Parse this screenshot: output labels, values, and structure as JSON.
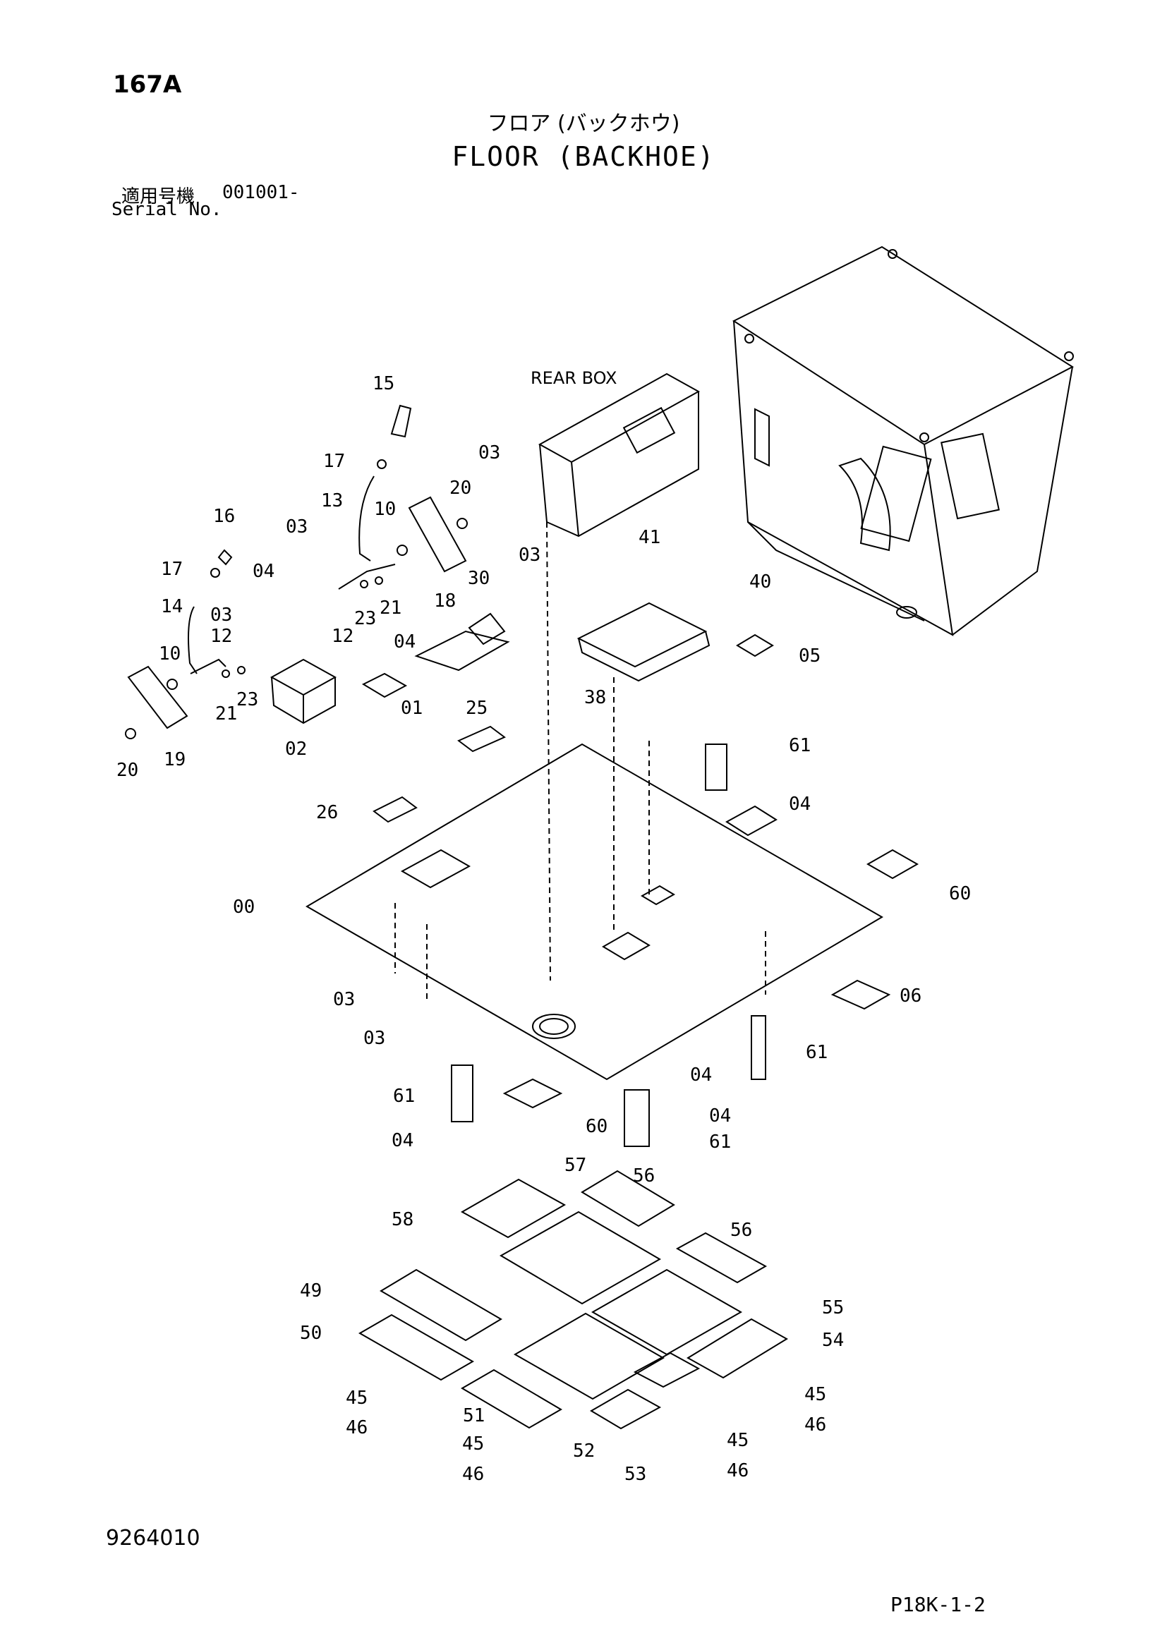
{
  "header": {
    "page_code": "167A",
    "title_jp": "フロア (バックホウ)",
    "title_en": "FLOOR (BACKHOE)",
    "serial_label_jp": "適用号機",
    "serial_value": "001001-",
    "serial_label_en": "Serial No."
  },
  "diagram": {
    "rear_box_label": "REAR BOX",
    "callouts": {
      "c15": "15",
      "c17a": "17",
      "c13": "13",
      "c10a": "10",
      "c20a": "20",
      "c16": "16",
      "c17b": "17",
      "c03a": "03",
      "c03b": "03",
      "c04a": "04",
      "c14": "14",
      "c03c": "03",
      "c12a": "12",
      "c12b": "12",
      "c23a": "23",
      "c21a": "21",
      "c18": "18",
      "c30": "30",
      "c03d": "03",
      "c41": "41",
      "c40": "40",
      "c10b": "10",
      "c21b": "21",
      "c23b": "23",
      "c20b": "20",
      "c19": "19",
      "c02": "02",
      "c04b": "04",
      "c01": "01",
      "c25": "25",
      "c38": "38",
      "c05": "05",
      "c61a": "61",
      "c04c": "04",
      "c26": "26",
      "c60a": "60",
      "c00": "00",
      "c06": "06",
      "c03e": "03",
      "c03f": "03",
      "c61b": "61",
      "c04d": "04",
      "c60b": "60",
      "c61c": "61",
      "c04e": "04",
      "c04f": "04",
      "c61d": "61",
      "c57": "57",
      "c56a": "56",
      "c58": "58",
      "c56b": "56",
      "c49": "49",
      "c55": "55",
      "c50": "50",
      "c54": "54",
      "c45a": "45",
      "c45b": "45",
      "c46a": "46",
      "c46b": "46",
      "c51": "51",
      "c45c": "45",
      "c45d": "45",
      "c52": "52",
      "c53": "53",
      "c46c": "46",
      "c46d": "46"
    }
  },
  "footer": {
    "drawing_number": "9264010",
    "page_ref": "P18K-1-2"
  }
}
